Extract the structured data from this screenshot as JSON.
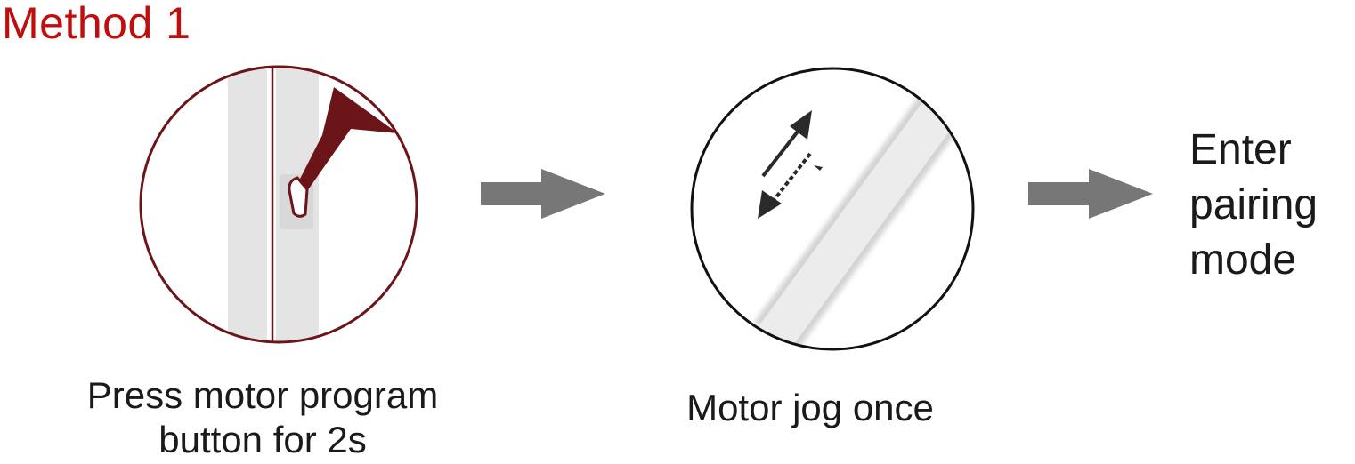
{
  "title": "Method 1",
  "steps": [
    {
      "caption_line1": "Press motor program",
      "caption_line2": "button for 2s",
      "icon": "press-button-illustration"
    },
    {
      "caption": "Motor jog once",
      "icon": "motor-jog-illustration"
    }
  ],
  "result": {
    "line1": "Enter",
    "line2": "pairing",
    "line3": "mode"
  },
  "colors": {
    "title": "#c00d0d",
    "circle1": "#6b1518",
    "hand": "#6b1518",
    "arrow": "#777777",
    "text": "#1a1a1a"
  }
}
